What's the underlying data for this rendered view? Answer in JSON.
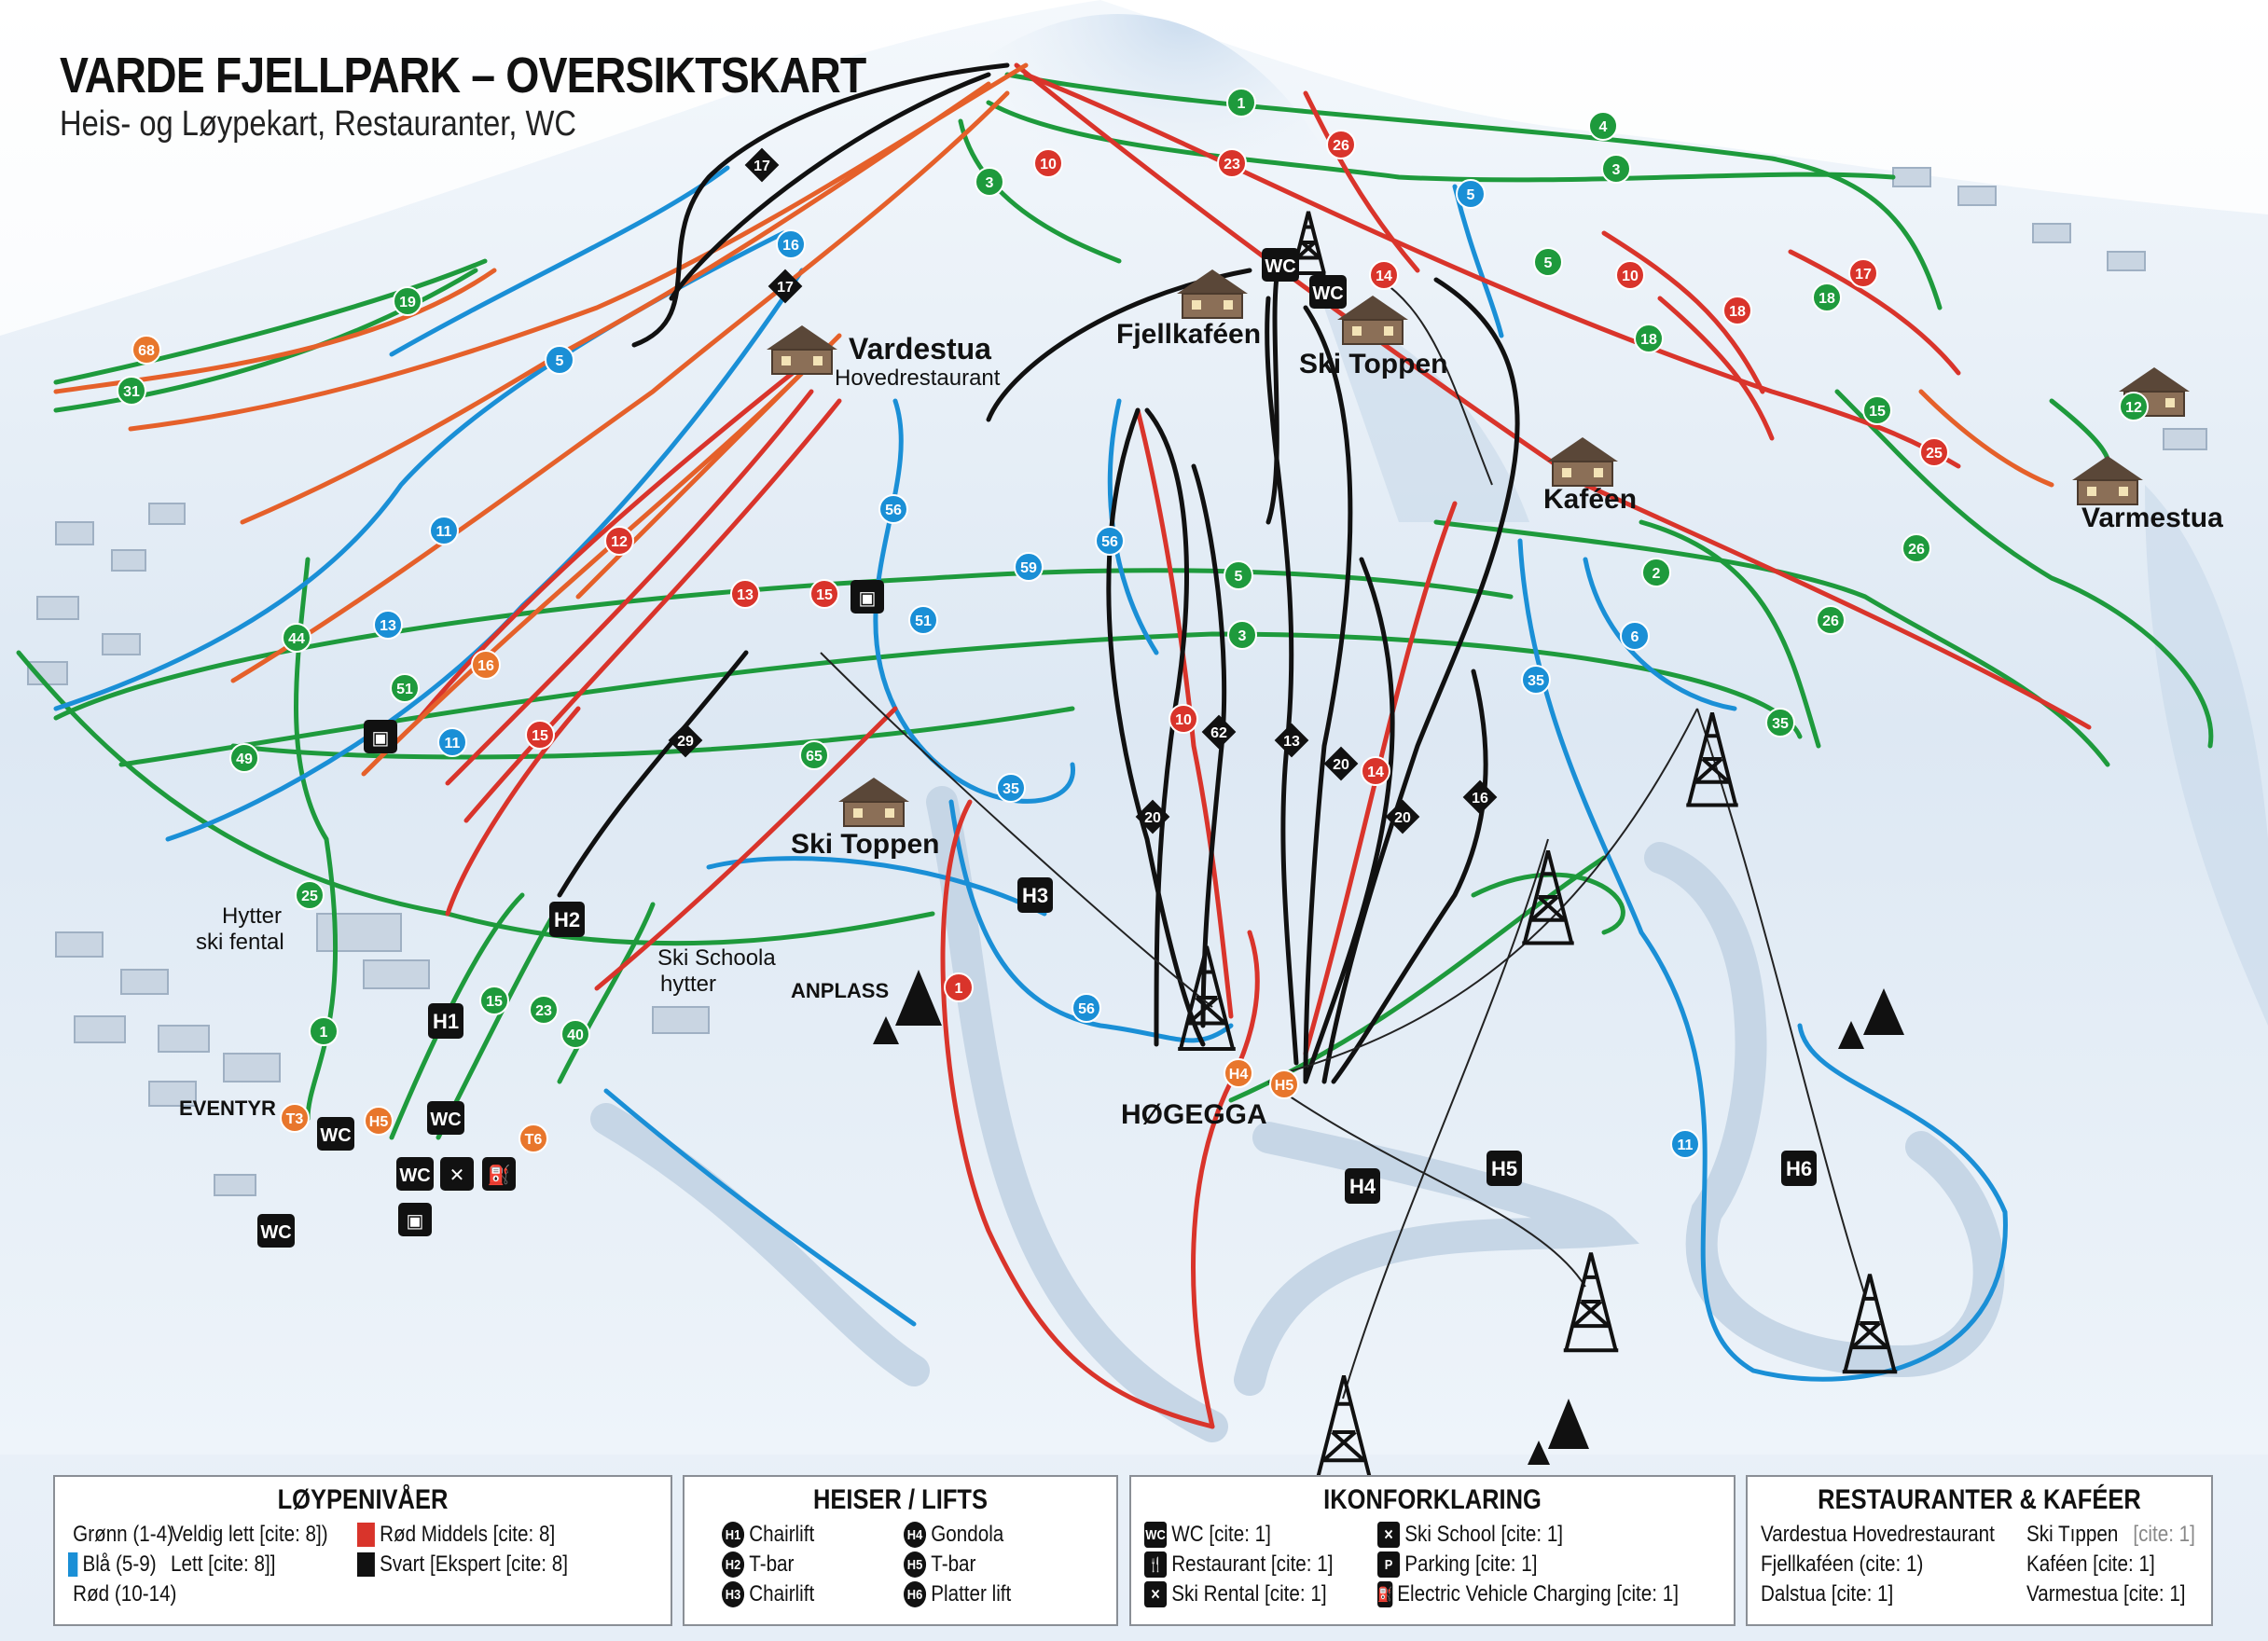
{
  "header": {
    "title": "VARDE FJELLPARK – OVERSIKTSKART",
    "subtitle": "Heis- og Løypekart, Restauranter, WC"
  },
  "colors": {
    "green": "#1e9a3c",
    "blue": "#1a8fd6",
    "red": "#d9342b",
    "orange": "#e8762c",
    "black": "#111111"
  },
  "places": {
    "vardestua": "Vardestua",
    "hovedrestaurant": "Hovedrestaurant",
    "fjellkafeen": "Fjellkaféen",
    "ski_toppen_top": "Ski Toppen",
    "kafeen": "Kaféen",
    "varmestua": "Varmestua",
    "ski_toppen_mid": "Ski Toppen",
    "hytter_1": "Hytter",
    "hytter_2": "ski fental",
    "ski_school_1": "Ski Schoola",
    "ski_school_2": "hytter",
    "anplass": "ANPLASS",
    "eventyr": "EVENTYR",
    "hogegga": "HØGEGGA"
  },
  "lift_labels": [
    "H1",
    "H2",
    "H3",
    "H4",
    "H5",
    "H6"
  ],
  "wc_label": "WC",
  "trail_badges": [
    {
      "n": "1",
      "c": "green"
    },
    {
      "n": "4",
      "c": "green"
    },
    {
      "n": "3",
      "c": "green"
    },
    {
      "n": "3",
      "c": "green"
    },
    {
      "n": "10",
      "c": "red"
    },
    {
      "n": "23",
      "c": "red"
    },
    {
      "n": "26",
      "c": "red"
    },
    {
      "n": "5",
      "c": "blue"
    },
    {
      "n": "17",
      "c": "black"
    },
    {
      "n": "17",
      "c": "black"
    },
    {
      "n": "16",
      "c": "blue"
    },
    {
      "n": "14",
      "c": "red"
    },
    {
      "n": "5",
      "c": "green"
    },
    {
      "n": "10",
      "c": "red"
    },
    {
      "n": "17",
      "c": "red"
    },
    {
      "n": "18",
      "c": "red"
    },
    {
      "n": "18",
      "c": "green"
    },
    {
      "n": "18",
      "c": "green"
    },
    {
      "n": "19",
      "c": "green"
    },
    {
      "n": "68",
      "c": "orange"
    },
    {
      "n": "31",
      "c": "green"
    },
    {
      "n": "5",
      "c": "blue"
    },
    {
      "n": "12",
      "c": "green"
    },
    {
      "n": "15",
      "c": "green"
    },
    {
      "n": "25",
      "c": "red"
    },
    {
      "n": "26",
      "c": "green"
    },
    {
      "n": "2",
      "c": "green"
    },
    {
      "n": "26",
      "c": "green"
    },
    {
      "n": "35",
      "c": "green"
    },
    {
      "n": "11",
      "c": "blue"
    },
    {
      "n": "12",
      "c": "red"
    },
    {
      "n": "56",
      "c": "blue"
    },
    {
      "n": "56",
      "c": "blue"
    },
    {
      "n": "59",
      "c": "blue"
    },
    {
      "n": "13",
      "c": "red"
    },
    {
      "n": "15",
      "c": "red"
    },
    {
      "n": "5",
      "c": "green"
    },
    {
      "n": "3",
      "c": "green"
    },
    {
      "n": "13",
      "c": "blue"
    },
    {
      "n": "44",
      "c": "green"
    },
    {
      "n": "16",
      "c": "orange"
    },
    {
      "n": "51",
      "c": "blue"
    },
    {
      "n": "51",
      "c": "green"
    },
    {
      "n": "15",
      "c": "red"
    },
    {
      "n": "11",
      "c": "blue"
    },
    {
      "n": "49",
      "c": "green"
    },
    {
      "n": "29",
      "c": "black"
    },
    {
      "n": "65",
      "c": "green"
    },
    {
      "n": "35",
      "c": "blue"
    },
    {
      "n": "10",
      "c": "red"
    },
    {
      "n": "62",
      "c": "black"
    },
    {
      "n": "13",
      "c": "black"
    },
    {
      "n": "20",
      "c": "black"
    },
    {
      "n": "14",
      "c": "red"
    },
    {
      "n": "20",
      "c": "black"
    },
    {
      "n": "16",
      "c": "black"
    },
    {
      "n": "20",
      "c": "black"
    },
    {
      "n": "35",
      "c": "blue"
    },
    {
      "n": "6",
      "c": "blue"
    },
    {
      "n": "25",
      "c": "green"
    },
    {
      "n": "1",
      "c": "green"
    },
    {
      "n": "15",
      "c": "green"
    },
    {
      "n": "23",
      "c": "green"
    },
    {
      "n": "40",
      "c": "green"
    },
    {
      "n": "1",
      "c": "red"
    },
    {
      "n": "56",
      "c": "blue"
    },
    {
      "n": "11",
      "c": "blue"
    },
    {
      "n": "T3",
      "c": "orange"
    },
    {
      "n": "T6",
      "c": "orange"
    },
    {
      "n": "H4",
      "c": "orange"
    },
    {
      "n": "H5",
      "c": "orange"
    },
    {
      "n": "H5",
      "c": "orange"
    }
  ],
  "legend": {
    "levels": {
      "title": "LØYPENIVÅER",
      "items": [
        {
          "label": "Grønn (1-4)",
          "desc": "Veldig lett [cite: 8])",
          "color": "#1e9a3c"
        },
        {
          "label": "Blå (5-9)",
          "desc": "Lett [cite: 8]]",
          "color": "#1a8fd6"
        },
        {
          "label": "Rød (10-14)",
          "desc": "",
          "color": "#d9342b"
        },
        {
          "label": "Rød Middels [cite: 8]",
          "color": "#d9342b"
        },
        {
          "label": "Svart [Ekspert [cite: 8]",
          "color": "#111111"
        }
      ]
    },
    "lifts": {
      "title": "HEISER / LIFTS",
      "items": [
        {
          "code": "H1",
          "label": "Chairlift"
        },
        {
          "code": "H4",
          "label": "Gondola"
        },
        {
          "code": "H2",
          "label": "T-bar"
        },
        {
          "code": "H5",
          "label": "T-bar"
        },
        {
          "code": "H3",
          "label": "Chairlift"
        },
        {
          "code": "H6",
          "label": "Platter lift"
        }
      ]
    },
    "icons": {
      "title": "IKONFORKLARING",
      "items": [
        {
          "icon": "WC",
          "label": "WC [cite: 1]"
        },
        {
          "icon": "✕",
          "label": "Ski School [cite: 1]"
        },
        {
          "icon": "🍴",
          "label": "Restaurant [cite: 1]"
        },
        {
          "icon": "P",
          "label": "Parking [cite: 1]"
        },
        {
          "icon": "✕",
          "label": "Ski Rental [cite: 1]"
        },
        {
          "icon": "⛽",
          "label": "Electric Vehicle Charging [cite: 1]"
        }
      ]
    },
    "restaurants": {
      "title": "RESTAURANTER & KAFÉER",
      "items": [
        {
          "label": "Vardestua Hovedrestaurant"
        },
        {
          "label": "Ski Tıppen",
          "cite": "[cite: 1]"
        },
        {
          "label": "Fjellkaféen (cite: 1)"
        },
        {
          "label": "Kaféen [cite: 1]"
        },
        {
          "label": "Dalstua [cite: 1]"
        },
        {
          "label": "Varmestua [cite: 1]"
        }
      ]
    }
  }
}
